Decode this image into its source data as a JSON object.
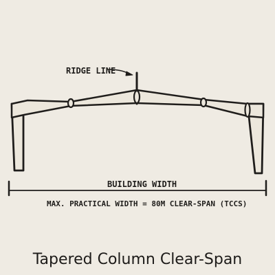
{
  "diagram": {
    "labels": {
      "ridge_line": "RIDGE LINE",
      "building_width": "BUILDING WIDTH",
      "max_practical_width": "MAX. PRACTICAL WIDTH = 80M CLEAR-SPAN (TCCS)"
    },
    "caption": "Tapered Column Clear-Span",
    "colors": {
      "background": "#efebe3",
      "frame_fill": "#ece7dc",
      "line": "#1f1d1b"
    }
  }
}
